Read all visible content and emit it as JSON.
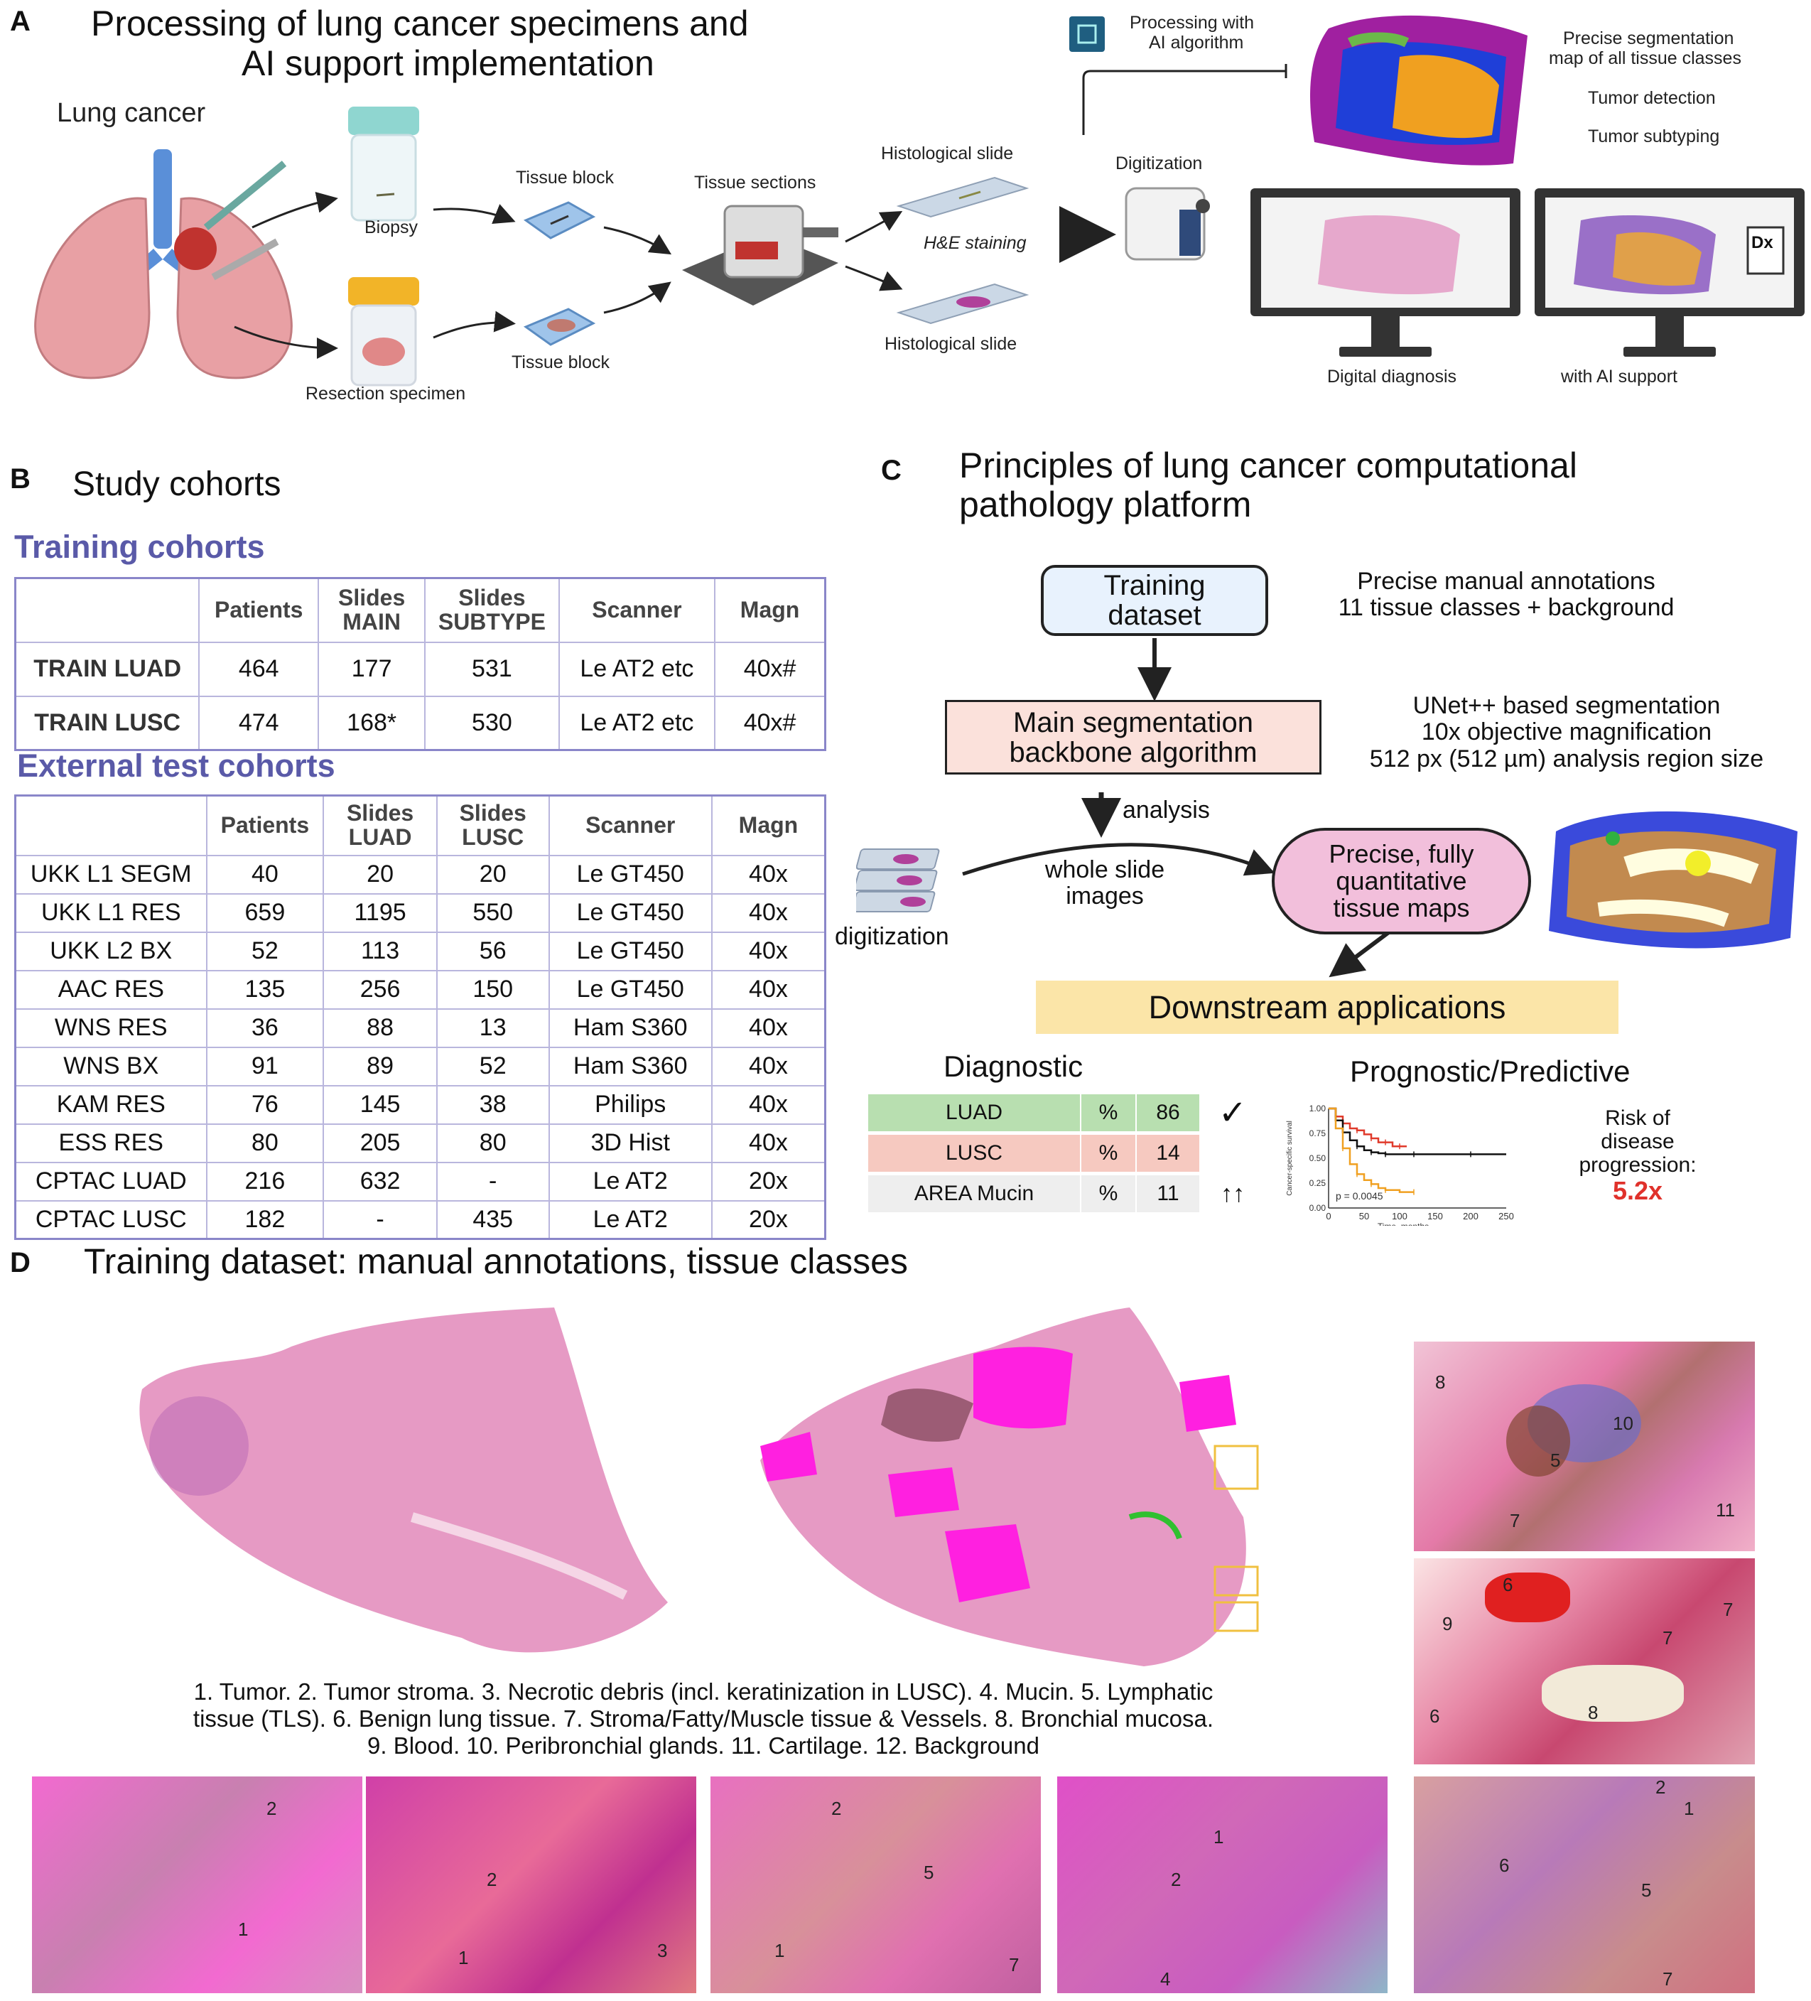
{
  "panelA": {
    "letter": "A",
    "title_line1": "Processing of lung cancer specimens and",
    "title_line2": "AI support implementation",
    "lung_cancer": "Lung cancer",
    "biopsy": "Biopsy",
    "resection_specimen": "Resection specimen",
    "tissue_block_top": "Tissue block",
    "tissue_block_bottom": "Tissue block",
    "tissue_sections": "Tissue sections",
    "histological_slide_top": "Histological slide",
    "he_staining": "H&E staining",
    "histological_slide_bottom": "Histological slide",
    "digitization": "Digitization",
    "processing_line1": "Processing with",
    "processing_line2": "AI algorithm",
    "precise_line1": "Precise segmentation",
    "precise_line2": "map of all tissue classes",
    "tumor_detection": "Tumor detection",
    "tumor_subtyping": "Tumor subtyping",
    "digital_diagnosis": "Digital diagnosis",
    "with_ai_support": "with AI support",
    "dx": "Dx"
  },
  "panelB": {
    "letter": "B",
    "title": "Study cohorts",
    "training_title": "Training cohorts",
    "training_headers": [
      "",
      "Patients",
      "Slides MAIN",
      "Slides SUBTYPE",
      "Scanner",
      "Magn"
    ],
    "training_rows": [
      [
        "TRAIN LUAD",
        "464",
        "177",
        "531",
        "Le AT2 etc",
        "40x#"
      ],
      [
        "TRAIN LUSC",
        "474",
        "168*",
        "530",
        "Le AT2 etc",
        "40x#"
      ]
    ],
    "external_title": "External test cohorts",
    "external_headers": [
      "",
      "Patients",
      "Slides LUAD",
      "Slides LUSC",
      "Scanner",
      "Magn"
    ],
    "external_rows": [
      [
        "UKK L1 SEGM",
        "40",
        "20",
        "20",
        "Le GT450",
        "40x"
      ],
      [
        "UKK L1 RES",
        "659",
        "1195",
        "550",
        "Le GT450",
        "40x"
      ],
      [
        "UKK L2 BX",
        "52",
        "113",
        "56",
        "Le GT450",
        "40x"
      ],
      [
        "AAC RES",
        "135",
        "256",
        "150",
        "Le GT450",
        "40x"
      ],
      [
        "WNS RES",
        "36",
        "88",
        "13",
        "Ham S360",
        "40x"
      ],
      [
        "WNS BX",
        "91",
        "89",
        "52",
        "Ham S360",
        "40x"
      ],
      [
        "KAM RES",
        "76",
        "145",
        "38",
        "Philips",
        "40x"
      ],
      [
        "ESS RES",
        "80",
        "205",
        "80",
        "3D Hist",
        "40x"
      ],
      [
        "CPTAC LUAD",
        "216",
        "632",
        "-",
        "Le AT2",
        "20x"
      ],
      [
        "CPTAC LUSC",
        "182",
        "-",
        "435",
        "Le AT2",
        "20x"
      ]
    ]
  },
  "panelC": {
    "letter": "C",
    "title_line1": "Principles of lung cancer computational",
    "title_line2": "pathology platform",
    "training_dataset_line1": "Training",
    "training_dataset_line2": "dataset",
    "manual_ann_line1": "Precise manual annotations",
    "manual_ann_line2": "11 tissue classes + background",
    "backbone_line1": "Main segmentation",
    "backbone_line2": "backbone algorithm",
    "unet_line1": "UNet++ based segmentation",
    "unet_line2": "10x objective magnification",
    "unet_line3": "512 px (512 µm) analysis region size",
    "analysis": "analysis",
    "wsi_line1": "whole slide",
    "wsi_line2": "images",
    "digitization": "digitization",
    "maps_line1": "Precise, fully",
    "maps_line2": "quantitative",
    "maps_line3": "tissue maps",
    "downstream": "Downstream applications",
    "diagnostic_title": "Diagnostic",
    "diagnostic_rows": [
      {
        "label": "LUAD",
        "unit": "%",
        "value": "86",
        "mark": "✓",
        "color": "#b8dfb0"
      },
      {
        "label": "LUSC",
        "unit": "%",
        "value": "14",
        "mark": "",
        "color": "#f6c9c0"
      },
      {
        "label": "AREA Mucin",
        "unit": "%",
        "value": "11",
        "mark": "↑↑",
        "color": "#eeeeee"
      }
    ],
    "prognostic_title": "Prognostic/Predictive",
    "risk_line1": "Risk of",
    "risk_line2": "disease",
    "risk_line3": "progression:",
    "risk_value": "5.2x",
    "risk_color": "#e0312b"
  },
  "chart_data": {
    "type": "line",
    "title": "",
    "xlabel": "Time, months",
    "ylabel": "Cancer-specific survival",
    "xlim": [
      0,
      250
    ],
    "ylim": [
      0,
      1
    ],
    "x_ticks": [
      "0",
      "50",
      "100",
      "150",
      "200",
      "250"
    ],
    "y_ticks": [
      "0.00",
      "0.25",
      "0.50",
      "0.75",
      "1.00"
    ],
    "annotation": "p = 0.0045",
    "series": [
      {
        "color": "#e03a2b",
        "x": [
          0,
          10,
          20,
          30,
          40,
          50,
          60,
          70,
          80,
          90,
          100,
          110
        ],
        "y": [
          1.0,
          0.92,
          0.85,
          0.8,
          0.78,
          0.74,
          0.7,
          0.66,
          0.66,
          0.62,
          0.62,
          0.62
        ]
      },
      {
        "color": "#111111",
        "x": [
          0,
          10,
          20,
          30,
          40,
          50,
          60,
          70,
          80,
          100,
          120,
          150,
          200,
          250
        ],
        "y": [
          1.0,
          0.88,
          0.76,
          0.68,
          0.62,
          0.58,
          0.56,
          0.55,
          0.54,
          0.54,
          0.54,
          0.54,
          0.54,
          0.54
        ]
      },
      {
        "color": "#f0a020",
        "x": [
          0,
          10,
          20,
          30,
          40,
          50,
          60,
          70,
          80,
          100,
          120
        ],
        "y": [
          1.0,
          0.8,
          0.6,
          0.44,
          0.34,
          0.28,
          0.24,
          0.2,
          0.18,
          0.16,
          0.16
        ]
      }
    ]
  },
  "panelD": {
    "letter": "D",
    "title": "Training dataset: manual annotations, tissue classes",
    "caption_line1": "1. Tumor. 2. Tumor stroma. 3. Necrotic debris (incl. keratinization in LUSC). 4. Mucin. 5. Lymphatic",
    "caption_line2": "tissue (TLS). 6. Benign lung tissue. 7. Stroma/Fatty/Muscle tissue & Vessels. 8. Bronchial mucosa.",
    "caption_line3": "9. Blood. 10. Peribronchial glands. 11. Cartilage. 12. Background",
    "right_tile1_nums": [
      "8",
      "10",
      "5",
      "7",
      "11"
    ],
    "right_tile2_nums": [
      "9",
      "7",
      "7",
      "6",
      "6",
      "8"
    ],
    "bottom_tiles": [
      {
        "nums": [
          "2",
          "1"
        ]
      },
      {
        "nums": [
          "2",
          "1",
          "3"
        ]
      },
      {
        "nums": [
          "2",
          "5",
          "1",
          "7"
        ]
      },
      {
        "nums": [
          "1",
          "2",
          "4"
        ]
      },
      {
        "nums": [
          "2",
          "1",
          "6",
          "5",
          "7"
        ]
      }
    ]
  }
}
